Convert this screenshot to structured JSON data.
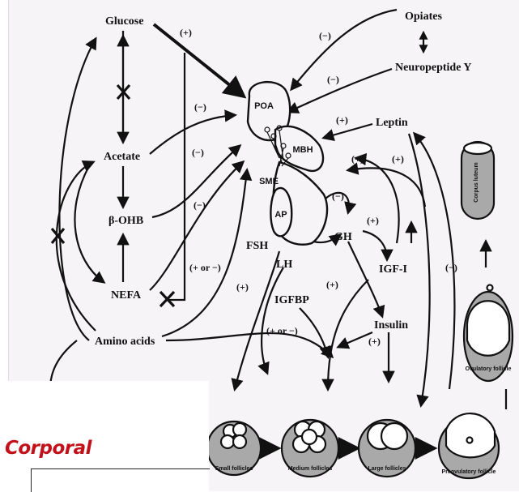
{
  "labels": {
    "glucose": "Glucose",
    "acetate": "Acetate",
    "bohb": "β-OHB",
    "nefa": "NEFA",
    "amino_acids": "Amino acids",
    "opiates": "Opiates",
    "npy": "Neuropeptide Y",
    "leptin": "Leptin",
    "fsh": "FSH",
    "lh": "LH",
    "gh": "GH",
    "igf1": "IGF-I",
    "igfbp": "IGFBP",
    "insulin": "Insulin"
  },
  "hypothalamus": {
    "poa": "POA",
    "mbh": "MBH",
    "sme": "SME",
    "ap": "AP"
  },
  "signs": {
    "glucose_poa": "(+)",
    "opiates_poa": "(−)",
    "npy_poa": "(−)",
    "acetate_poa": "(−)",
    "bohb_poa": "(−)",
    "leptin_mbh": "(+)",
    "gh_up1": "(+)",
    "gh_up2": "(+)",
    "aa_poa": "(−)",
    "nefa_poa": "(+ or −)",
    "fsh": "(+)",
    "gh_igf": "(−)",
    "igf_gh": "(+)",
    "igfbp_follicle": "(+ or −)",
    "igf_follicle": "(+)",
    "insulin_follicle": "(+)",
    "leptin_follicle": "(−)"
  },
  "follicles": {
    "small": "Small follicles",
    "medium": "Medium follicles",
    "large": "Large follicles",
    "preovulatory": "Preovulatory follicle",
    "ovulatory": "Ovulatory follicle",
    "corpus_luteum": "Corpus luteum"
  },
  "corner_caption": "Corporal",
  "colors": {
    "background": "#f6f4f6",
    "follicle_fill": "#a9a9a9",
    "line": "#111111",
    "caption": "#c2111b"
  }
}
